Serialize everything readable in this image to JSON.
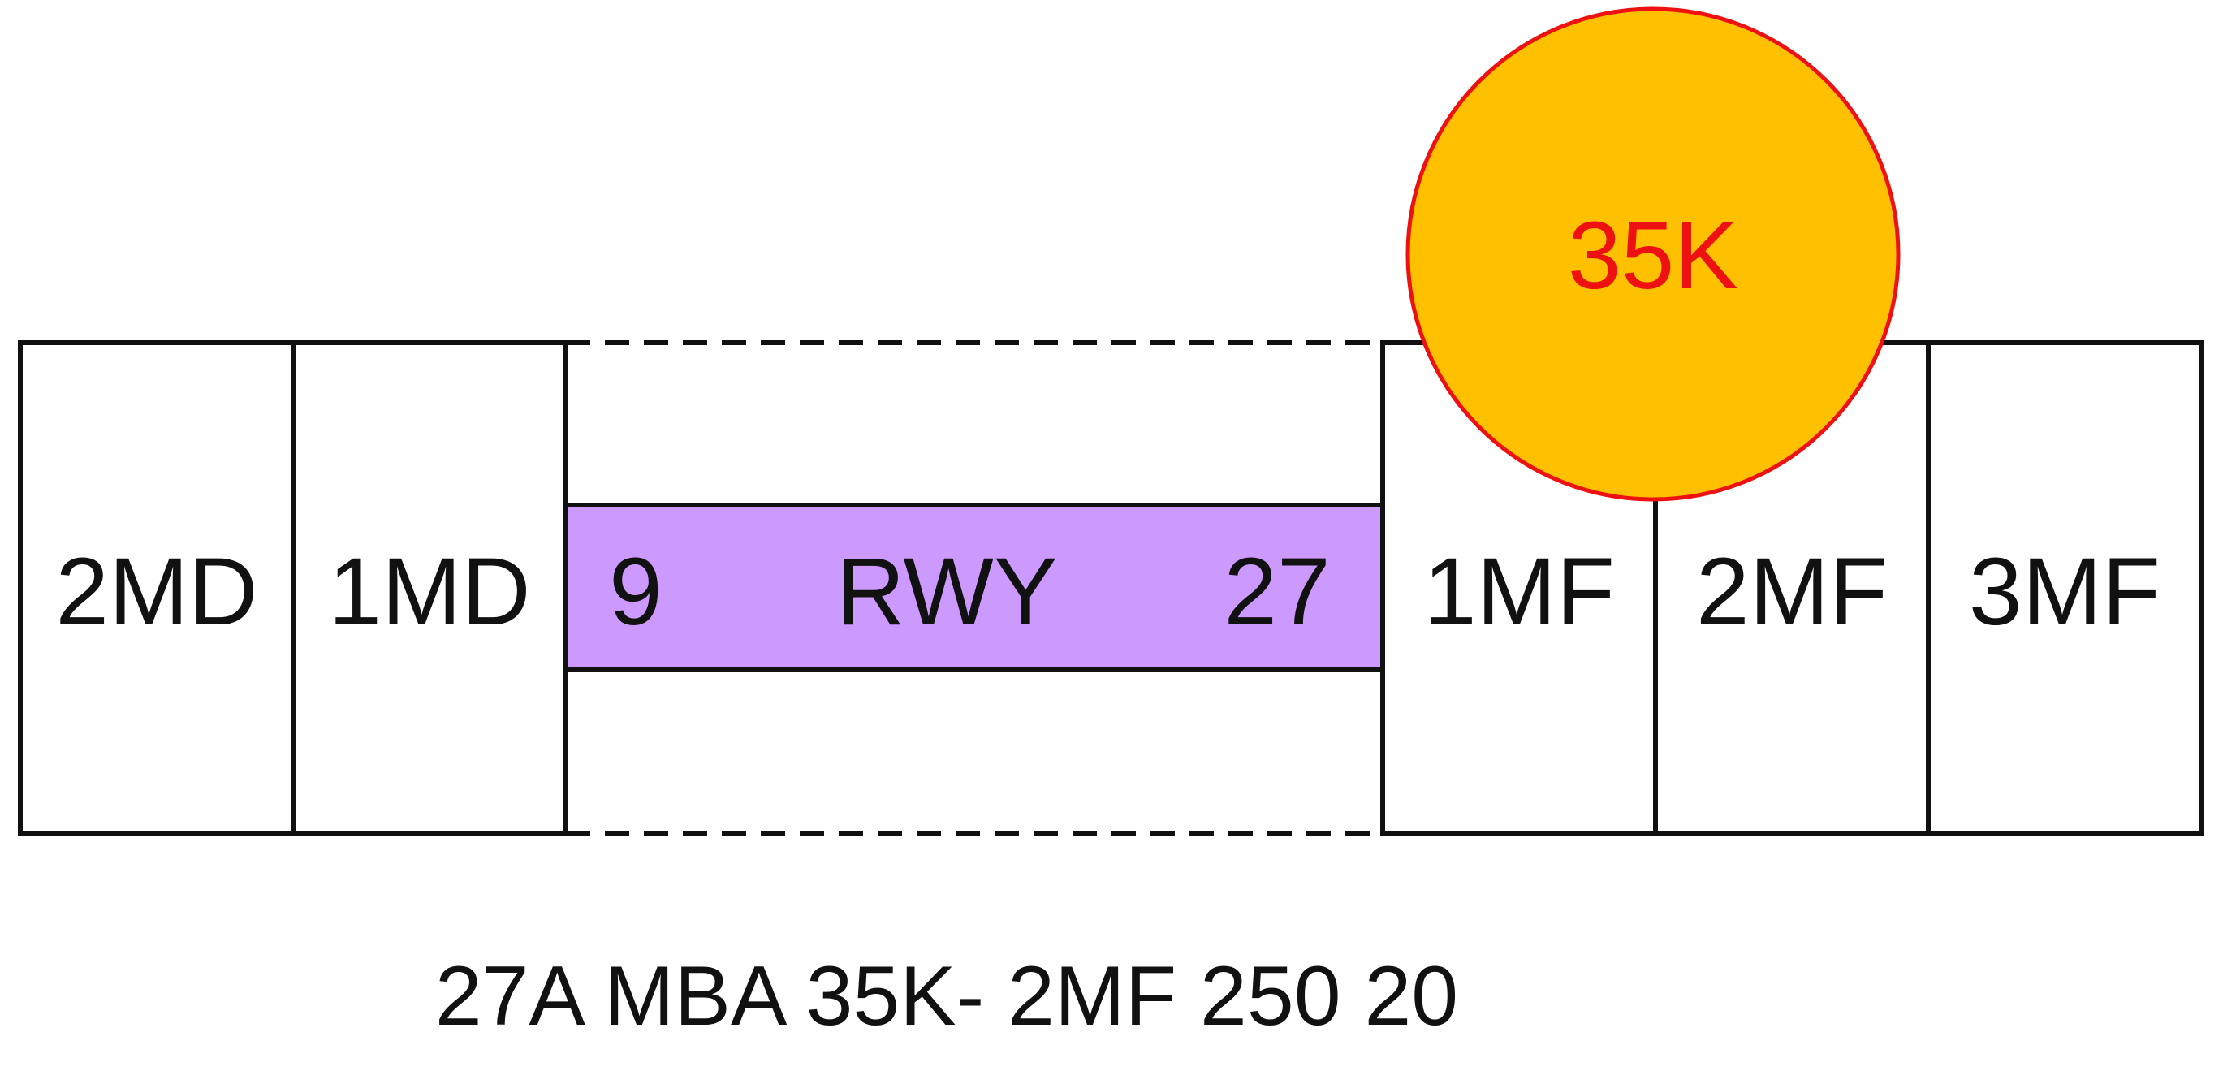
{
  "zones": {
    "left": [
      {
        "label": "2MD"
      },
      {
        "label": "1MD"
      }
    ],
    "right": [
      {
        "label": "1MF"
      },
      {
        "label": "2MF"
      },
      {
        "label": "3MF"
      }
    ]
  },
  "runway": {
    "left_end": "9",
    "name": "RWY",
    "right_end": "27",
    "fill_color": "#cc99ff"
  },
  "threat": {
    "label": "35K",
    "fill_color": "#ffc000",
    "stroke_color": "#ee1111",
    "text_color": "#ee1111"
  },
  "caption": "27A MBA 35K- 2MF 250 20"
}
